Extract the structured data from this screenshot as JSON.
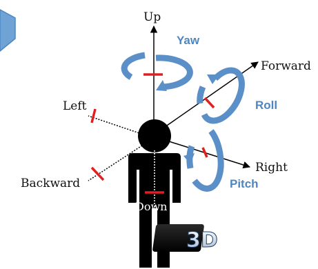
{
  "labels": {
    "up": "Up",
    "down": "Down",
    "left": "Left",
    "right": "Right",
    "forward": "Forward",
    "backward": "Backward"
  },
  "rotations": {
    "yaw": "Yaw",
    "roll": "Roll",
    "pitch": "Pitch"
  },
  "badge": "3D",
  "colors": {
    "axis": "#000000",
    "rotation_arrow": "#5b8fc7",
    "rotation_label": "#4d86c0",
    "marker": "#e02020",
    "figure": "#000000",
    "corner_shape": "#6fa3d6"
  }
}
